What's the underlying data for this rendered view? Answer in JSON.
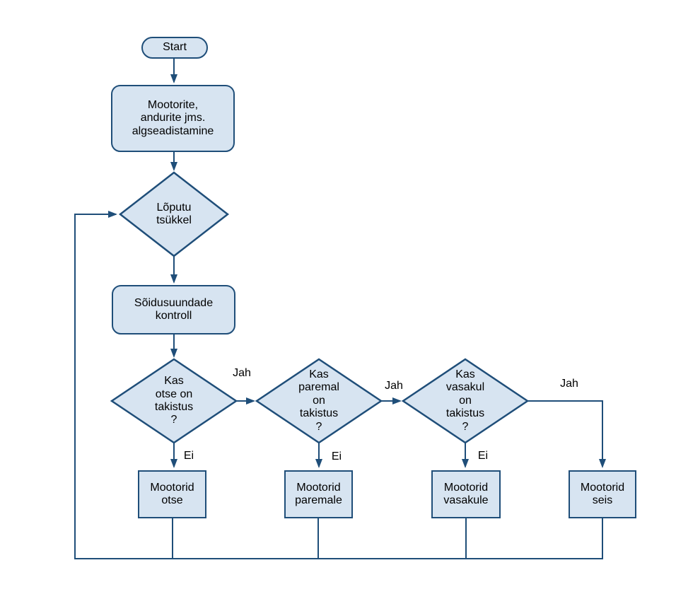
{
  "colors": {
    "node_fill": "#d7e4f1",
    "node_border": "#1f4e79",
    "connector": "#1f4e79",
    "text": "#000000",
    "background": "#ffffff"
  },
  "nodes": {
    "start": "Start",
    "init": "Mootorite,\nandurite jms.\nalgseadistamine",
    "infinite_loop": "Lõputu\ntsükkel",
    "direction_check": "Sõidusuundade\nkontroll",
    "q_front": "Kas\notse on\ntakistus\n?",
    "q_right": "Kas\nparemal\non\ntakistus\n?",
    "q_left": "Kas\nvasakul\non\ntakistus\n?",
    "motors_straight": "Mootorid\notse",
    "motors_right": "Mootorid\nparemale",
    "motors_left": "Mootorid\nvasakule",
    "motors_stop": "Mootorid\nseis"
  },
  "edge_labels": {
    "jah_front": "Jah",
    "jah_right": "Jah",
    "jah_left": "Jah",
    "ei_front": "Ei",
    "ei_right": "Ei",
    "ei_left": "Ei"
  }
}
